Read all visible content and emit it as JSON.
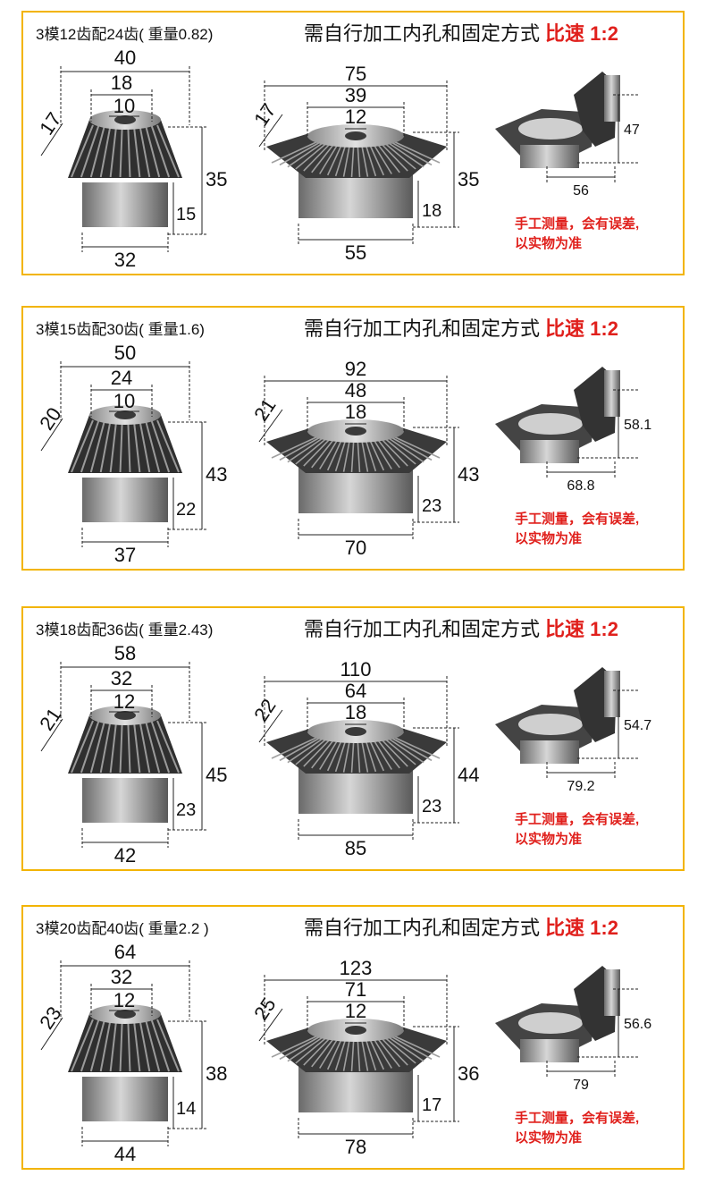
{
  "common": {
    "headline": "需自行加工内孔和固定方式",
    "ratio": "比速 1:2",
    "note_line1": "手工测量，会有误差,",
    "note_line2": "以实物为准"
  },
  "panels": [
    {
      "title": "3模12齿配24齿( 重量0.82)",
      "small": {
        "outer": "40",
        "mid": "18",
        "bore": "10",
        "slant": "17",
        "height": "35",
        "hub_h": "15",
        "hub_w": "32"
      },
      "large": {
        "outer": "75",
        "mid": "39",
        "bore": "12",
        "slant": "17",
        "height": "35",
        "hub_h": "18",
        "hub_w": "55"
      },
      "pair": {
        "height": "47",
        "width": "56"
      }
    },
    {
      "title": "3模15齿配30齿( 重量1.6)",
      "small": {
        "outer": "50",
        "mid": "24",
        "bore": "10",
        "slant": "20",
        "height": "43",
        "hub_h": "22",
        "hub_w": "37"
      },
      "large": {
        "outer": "92",
        "mid": "48",
        "bore": "18",
        "slant": "21",
        "height": "43",
        "hub_h": "23",
        "hub_w": "70"
      },
      "pair": {
        "height": "58.1",
        "width": "68.8"
      }
    },
    {
      "title": "3模18齿配36齿( 重量2.43)",
      "small": {
        "outer": "58",
        "mid": "32",
        "bore": "12",
        "slant": "21",
        "height": "45",
        "hub_h": "23",
        "hub_w": "42"
      },
      "large": {
        "outer": "110",
        "mid": "64",
        "bore": "18",
        "slant": "22",
        "height": "44",
        "hub_h": "23",
        "hub_w": "85"
      },
      "pair": {
        "height": "54.7",
        "width": "79.2"
      }
    },
    {
      "title": "3模20齿配40齿( 重量2.2 )",
      "small": {
        "outer": "64",
        "mid": "32",
        "bore": "12",
        "slant": "23",
        "height": "38",
        "hub_h": "14",
        "hub_w": "44"
      },
      "large": {
        "outer": "123",
        "mid": "71",
        "bore": "12",
        "slant": "25",
        "height": "36",
        "hub_h": "17",
        "hub_w": "78"
      },
      "pair": {
        "height": "56.6",
        "width": "79"
      }
    }
  ],
  "colors": {
    "border": "#f2b400",
    "accent": "#e0201c",
    "metal_dark": "#2e2e2e",
    "metal_light": "#b8b8b8"
  }
}
